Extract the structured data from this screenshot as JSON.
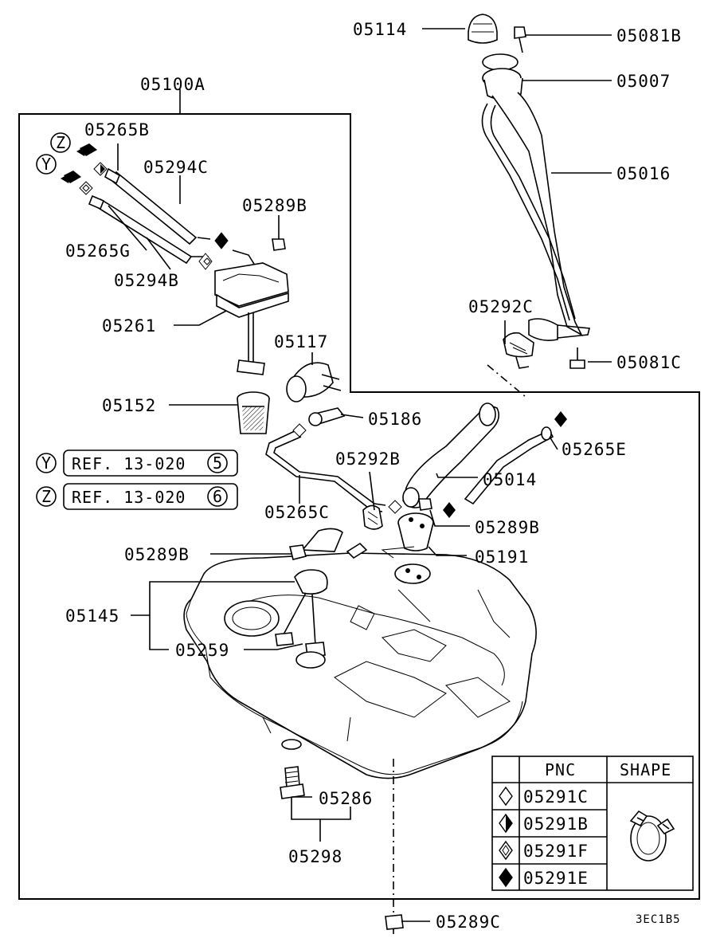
{
  "labels": {
    "p05114": "05114",
    "p05081B": "05081B",
    "p05007": "05007",
    "p05016": "05016",
    "p05100A": "05100A",
    "p05265B": "05265B",
    "p05294C": "05294C",
    "p05289B_top": "05289B",
    "p05265G": "05265G",
    "p05294B": "05294B",
    "p05261": "05261",
    "p05117": "05117",
    "p05292C": "05292C",
    "p05081C": "05081C",
    "p05152": "05152",
    "p05186": "05186",
    "p05265E": "05265E",
    "p05292B": "05292B",
    "p05014": "05014",
    "p05265C": "05265C",
    "p05289B_mid": "05289B",
    "p05191": "05191",
    "p05289B_left": "05289B",
    "p05145": "05145",
    "p05259": "05259",
    "p05286": "05286",
    "p05298": "05298",
    "p05289C": "05289C",
    "corner_code": "3EC1B5",
    "callout_y": "Y",
    "callout_z": "Z"
  },
  "refs": [
    {
      "letter": "Y",
      "text": "REF. 13-020",
      "num": "5"
    },
    {
      "letter": "Z",
      "text": "REF. 13-020",
      "num": "6"
    }
  ],
  "legend": {
    "col_pnc": "PNC",
    "col_shape": "SHAPE",
    "rows": [
      {
        "symbol": "diamond-outline",
        "pnc": "05291C"
      },
      {
        "symbol": "diamond-half",
        "pnc": "05291B"
      },
      {
        "symbol": "diamond-double",
        "pnc": "05291F"
      },
      {
        "symbol": "diamond-solid",
        "pnc": "05291E"
      }
    ]
  }
}
